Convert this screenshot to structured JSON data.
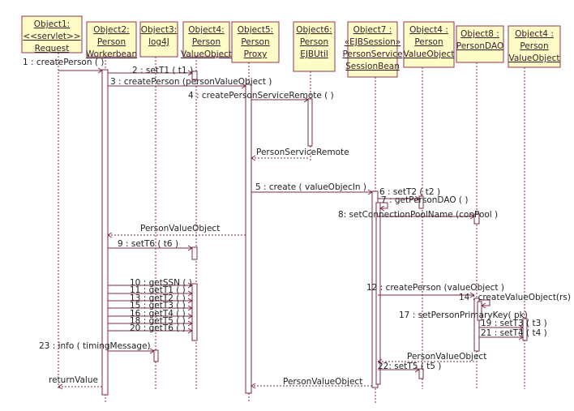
{
  "colors": {
    "box_fill": "#fdfbc6",
    "box_border": "#8b3a52",
    "line": "#7a2a48"
  },
  "objects": [
    {
      "lines": [
        "Object1:",
        "<<servlet>>",
        "Request"
      ]
    },
    {
      "lines": [
        "Object2:",
        "Person",
        "Workerbean"
      ]
    },
    {
      "lines": [
        "Object3:",
        "log4J"
      ]
    },
    {
      "lines": [
        "Object4:",
        "Person",
        "ValueObject"
      ]
    },
    {
      "lines": [
        "Object5:",
        "Person",
        "Proxy"
      ]
    },
    {
      "lines": [
        "Object6:",
        "Person",
        "EJBUtil"
      ]
    },
    {
      "lines": [
        "Object7 :",
        "«EJBSession»",
        "PersonService",
        "SessionBean"
      ]
    },
    {
      "lines": [
        "Object4 :",
        "Person",
        "ValueObject"
      ]
    },
    {
      "lines": [
        "Object8 :",
        "PersonDAO"
      ]
    },
    {
      "lines": [
        "Object4 :",
        "Person",
        "ValueObject"
      ]
    }
  ],
  "messages": [
    {
      "label": "1 : createPerson (  )",
      "type": "call"
    },
    {
      "label": "2 : setT1 ( t1 )",
      "type": "call"
    },
    {
      "label": "3 : createPerson (personValueObject )",
      "type": "call"
    },
    {
      "label": "4 : createPersonServiceRemote (  )",
      "type": "call"
    },
    {
      "label": "PersonServiceRemote",
      "type": "return"
    },
    {
      "label": "5 : create ( valueObjecIn )",
      "type": "call"
    },
    {
      "label": "6 : setT2 ( t2 )",
      "type": "call"
    },
    {
      "label": "7 : getPersonDAO (  )",
      "type": "self"
    },
    {
      "label": "8: setConnectionPoolName (conPool  )",
      "type": "call"
    },
    {
      "label": "PersonValueObject",
      "type": "return"
    },
    {
      "label": "9 : setT6 ( t6 )",
      "type": "call"
    },
    {
      "label": "10 : getSSN (  )",
      "type": "call"
    },
    {
      "label": "11 : getT1 (  )",
      "type": "call"
    },
    {
      "label": "13 : getT2 (  )",
      "type": "call"
    },
    {
      "label": "15 : getT3 (  )",
      "type": "call"
    },
    {
      "label": "16 : getT4 (  )",
      "type": "call"
    },
    {
      "label": "18 : getT5 (  )",
      "type": "call"
    },
    {
      "label": "20 : getT6 (  )",
      "type": "call"
    },
    {
      "label": "12 : createPerson (valueObject )",
      "type": "call"
    },
    {
      "label": "14 : createValueObject(rs)",
      "type": "self"
    },
    {
      "label": "17 : setPersonPrimaryKey( pk)",
      "type": "note"
    },
    {
      "label": "19 : setT3 ( t3 )",
      "type": "call"
    },
    {
      "label": "21 : setT4 ( t4 )",
      "type": "call"
    },
    {
      "label": "23 : info ( timingMessage)",
      "type": "call"
    },
    {
      "label": "PersonValueObject",
      "type": "return"
    },
    {
      "label": "22: setT5 ( t5 )",
      "type": "call"
    },
    {
      "label": "returnValue",
      "type": "return"
    },
    {
      "label": "PersonValueObject",
      "type": "return"
    }
  ]
}
